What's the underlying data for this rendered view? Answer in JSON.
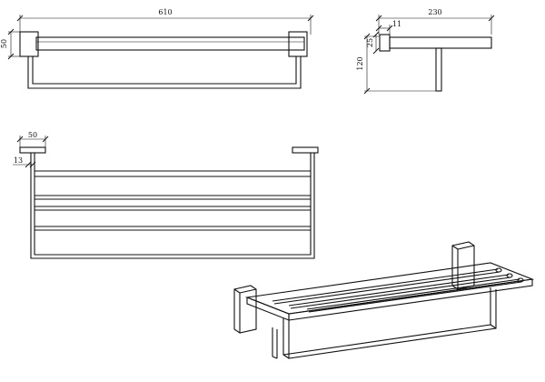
{
  "front_view": {
    "width_dim": "610",
    "height_dim": "50"
  },
  "side_view": {
    "depth_dim": "230",
    "offset_dim": "11",
    "plate_dim": "25",
    "height_dim": "120"
  },
  "top_view": {
    "flange_dim": "50",
    "bracket_dim": "13"
  },
  "colors": {
    "line": "#111111",
    "background": "#ffffff"
  }
}
